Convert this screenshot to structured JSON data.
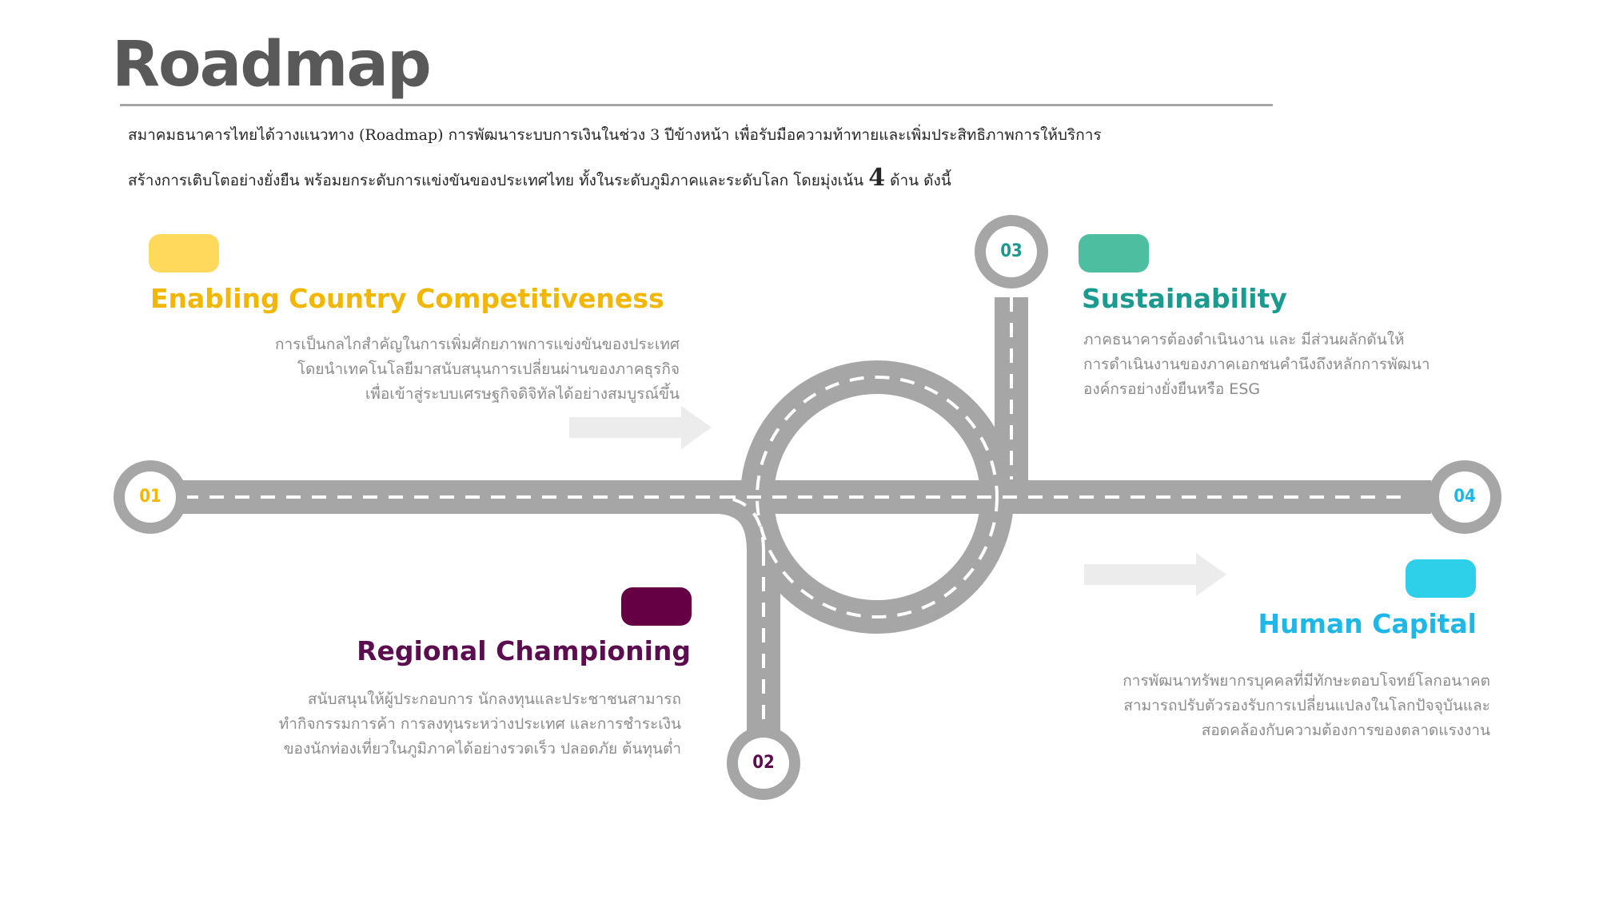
{
  "title": "Roadmap",
  "intro": {
    "line1": "สมาคมธนาคารไทยได้วางแนวทาง (Roadmap) การพัฒนาระบบการเงินในช่วง 3 ปีข้างหน้า เพื่อรับมือความท้าทายและเพิ่มประสิทธิภาพการให้บริการ",
    "line2_before": "สร้างการเติบโตอย่างยั่งยืน พร้อมยกระดับการแข่งขันของประเทศไทย ทั้งในระดับภูมิภาคและระดับโลก  โดยมุ่งเน้น",
    "line2_number": "4",
    "line2_after": "ด้าน ดังนี้"
  },
  "nodes": [
    {
      "label": "01",
      "color": "#f2b705"
    },
    {
      "label": "02",
      "color": "#5c0d4f"
    },
    {
      "label": "03",
      "color": "#1b9a8f"
    },
    {
      "label": "04",
      "color": "#1fb8e6"
    }
  ],
  "pillars": {
    "competitiveness": {
      "heading": "Enabling Country Competitiveness",
      "color": "#f2b705",
      "pill_color": "#ffd95c",
      "lines": [
        "การเป็นกลไกสำคัญในการเพิ่มศักยภาพการแข่งขันของประเทศ",
        "โดยนำเทคโนโลยีมาสนับสนุนการเปลี่ยนผ่านของภาคธุรกิจ",
        "เพื่อเข้าสู่ระบบเศรษฐกิจดิจิทัลได้อย่างสมบูรณ์ขึ้น"
      ]
    },
    "sustainability": {
      "heading": "Sustainability",
      "color": "#1b9a8f",
      "pill_color": "#4dbfa0",
      "lines": [
        "ภาคธนาคารต้องดำเนินงาน และ มีส่วนผลักดันให้",
        "การดำเนินงานของภาคเอกชนคำนึงถึงหลักการพัฒนา",
        "องค์กรอย่างยั่งยืนหรือ ESG"
      ]
    },
    "regional": {
      "heading": "Regional Championing",
      "color": "#5c0d4f",
      "pill_color": "#660044",
      "lines": [
        "สนับสนุนให้ผู้ประกอบการ นักลงทุนและประชาชนสามารถ",
        "ทำกิจกรรมการค้า การลงทุนระหว่างประเทศ และการชำระเงิน",
        "ของนักท่องเที่ยวในภูมิภาคได้อย่างรวดเร็ว ปลอดภัย ต้นทุนต่ำ"
      ]
    },
    "human": {
      "heading": "Human Capital",
      "color": "#1fb8e6",
      "pill_color": "#2ecfe8",
      "lines": [
        "การพัฒนาทรัพยากรบุคคลที่มีทักษะตอบโจทย์โลกอนาคต",
        "สามารถปรับตัวรองรับการเปลี่ยนแปลงในโลกปัจจุบันและ",
        "สอดคล้องกับความต้องการของตลาดแรงงาน"
      ]
    }
  },
  "colors": {
    "road": "#a6a6a6",
    "road_dash": "#ffffff",
    "arrow": "#ececec",
    "title": "#595959",
    "rule": "#a6a6a6"
  }
}
